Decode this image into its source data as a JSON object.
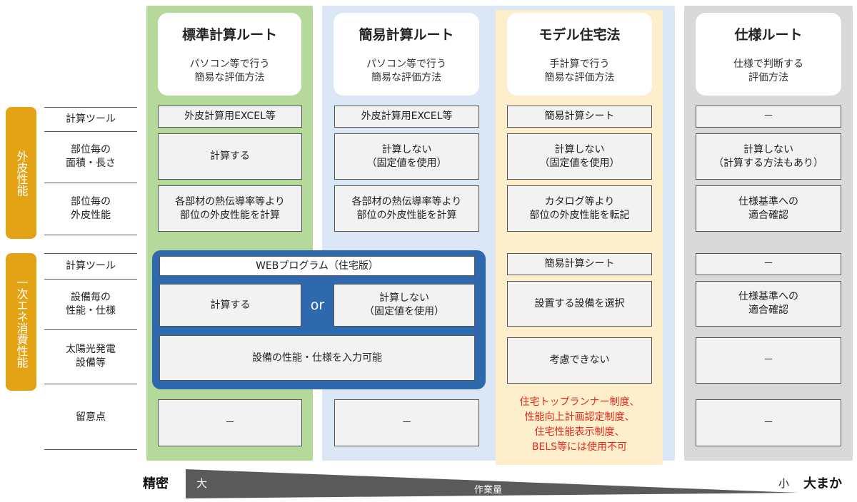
{
  "columns": [
    {
      "title": "標準計算ルート",
      "desc": "パソコン等で行う\n簡易な評価方法",
      "color": "#b5d89b"
    },
    {
      "title": "簡易計算ルート",
      "desc": "パソコン等で行う\n簡易な評価方法",
      "color": "#dbe7f4"
    },
    {
      "title": "モデル住宅法",
      "desc": "手計算で行う\n簡易な評価方法",
      "color": "#fdefcb"
    },
    {
      "title": "仕様ルート",
      "desc": "仕様で判断する\n評価方法",
      "color": "#dad9d9"
    }
  ],
  "sidebar": {
    "envelope": "外皮性能",
    "energy": "一次エネ消費性能",
    "color": "#e4a315"
  },
  "rows": {
    "env_tool": "計算ツール",
    "env_area": "部位毎の\n面積・長さ",
    "env_perf": "部位毎の\n外皮性能",
    "en_tool": "計算ツール",
    "en_equip": "設備毎の\n性能・仕様",
    "en_solar": "太陽光発電\n設備等",
    "notes": "留意点"
  },
  "cells": {
    "c1_tool": "外皮計算用EXCEL等",
    "c1_area": "計算する",
    "c1_perf": "各部材の熱伝導率等より\n部位の外皮性能を計算",
    "c2_tool": "外皮計算用EXCEL等",
    "c2_area": "計算しない\n（固定値を使用）",
    "c2_perf": "各部材の熱伝導率等より\n部位の外皮性能を計算",
    "c3_tool": "簡易計算シート",
    "c3_area": "計算しない\n（固定値を使用）",
    "c3_perf": "カタログ等より\n部位の外皮性能を転記",
    "c4_tool": "－",
    "c4_area": "計算しない\n（計算する方法もあり）",
    "c4_perf": "仕様基準への\n適合確認",
    "web_program": "WEBプログラム（住宅版）",
    "web_calc": "計算する",
    "web_or": "or",
    "web_nocalc": "計算しない\n（固定値を使用）",
    "web_input": "設備の性能・仕様を入力可能",
    "c3_en_tool": "簡易計算シート",
    "c3_en_equip": "設置する設備を選択",
    "c3_en_solar": "考慮できない",
    "c4_en_tool": "－",
    "c4_en_equip": "仕様基準への\n適合確認",
    "c4_en_solar": "－",
    "c1_notes": "－",
    "c2_notes": "－",
    "c3_notes": "住宅トップランナー制度、\n性能向上計画認定制度、\n住宅性能表示制度、\nBELS等には使用不可",
    "c4_notes": "－"
  },
  "footer": {
    "precise": "精密",
    "rough": "大まか",
    "large": "大",
    "small": "小",
    "workload": "作業量"
  },
  "colors": {
    "web_frame": "#2f69ad",
    "warning_text": "#e8281e",
    "wedge": "#5a5a5a"
  }
}
